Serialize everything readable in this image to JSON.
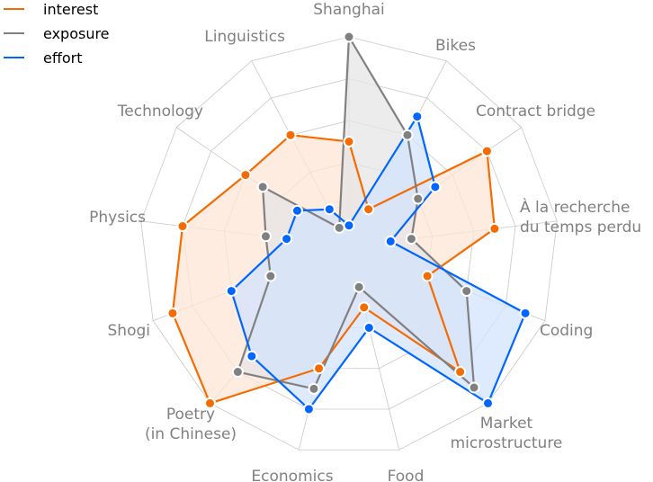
{
  "chart_data": {
    "type": "radar",
    "categories": [
      "Shanghai",
      "Bikes",
      "Contract bridge",
      "À la recherche du temps perdu",
      "Coding",
      "Market microstructure",
      "Food",
      "Economics",
      "Poetry (in Chinese)",
      "Shogi",
      "Physics",
      "Technology",
      "Linguistics"
    ],
    "category_lines": [
      [
        "Shanghai"
      ],
      [
        "Bikes"
      ],
      [
        "Contract bridge"
      ],
      [
        "À la recherche",
        "du temps perdu"
      ],
      [
        "Coding"
      ],
      [
        "Market",
        "microstructure"
      ],
      [
        "Food"
      ],
      [
        "Economics"
      ],
      [
        "Poetry",
        "(in Chinese)"
      ],
      [
        "Shogi"
      ],
      [
        "Physics"
      ],
      [
        "Technology"
      ],
      [
        "Linguistics"
      ]
    ],
    "rlim": [
      0,
      1
    ],
    "grid": true,
    "grid_rings": 5,
    "legend_position": "top-left",
    "series": [
      {
        "name": "interest",
        "color": "#f56b00",
        "fill": "#fde6d5",
        "values": [
          0.5,
          0.2,
          0.8,
          0.7,
          0.4,
          0.8,
          0.3,
          0.6,
          1.0,
          0.9,
          0.8,
          0.6,
          0.6
        ]
      },
      {
        "name": "exposure",
        "color": "#808080",
        "fill": "#e6e6e6",
        "values": [
          1.0,
          0.6,
          0.4,
          0.3,
          0.6,
          0.9,
          0.2,
          0.7,
          0.8,
          0.4,
          0.4,
          0.5,
          0.1
        ]
      },
      {
        "name": "effort",
        "color": "#0066ff",
        "fill": "#d3e3fd",
        "values": [
          0.1,
          0.7,
          0.5,
          0.2,
          0.9,
          1.0,
          0.4,
          0.8,
          0.7,
          0.6,
          0.3,
          0.3,
          0.2
        ]
      }
    ]
  }
}
